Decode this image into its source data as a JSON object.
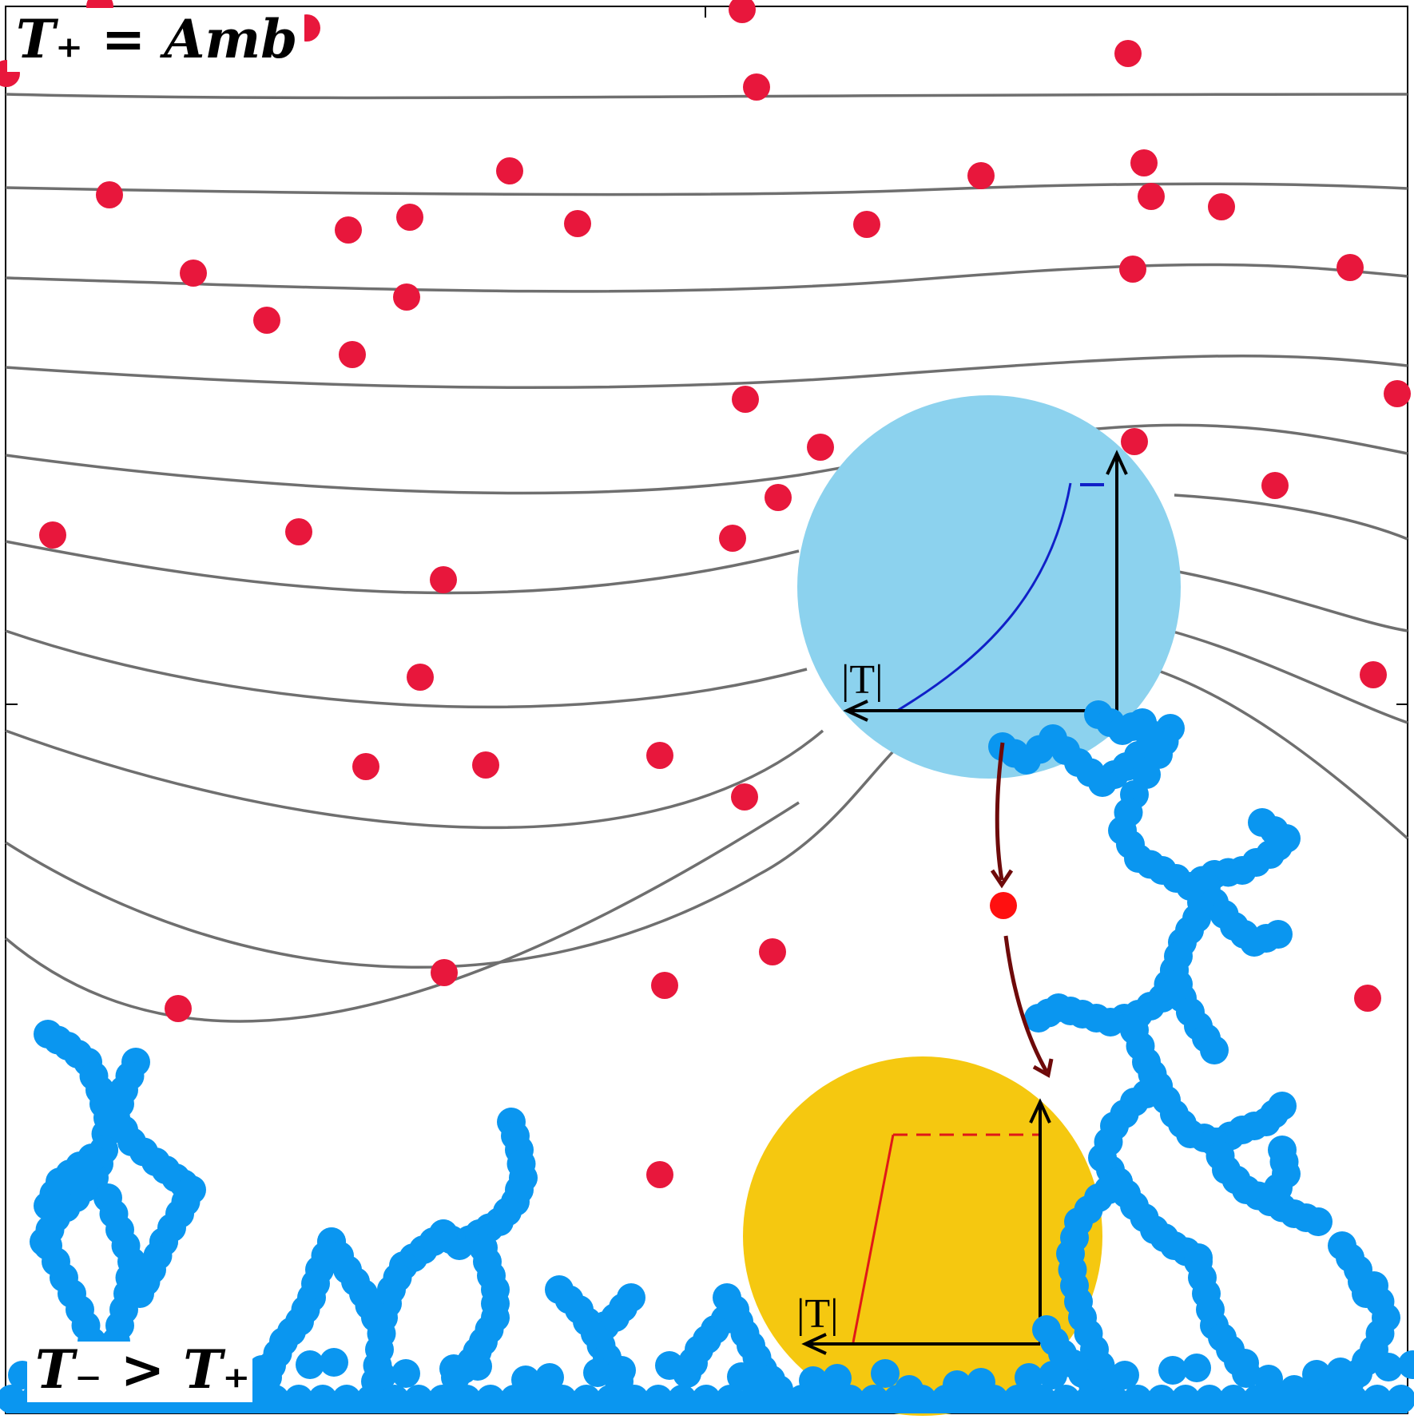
{
  "labels": {
    "top_condition": "T₊ = Amb",
    "bottom_condition": "T₋ > T₊",
    "inset_top_axis": "|T|",
    "inset_bottom_axis": "|T|"
  },
  "colors": {
    "frame": "#000000",
    "streamline": "#6f6f6f",
    "particle": "#e8173c",
    "aggregate": "#0a96f0",
    "inset_top_fill": "#8cd2ee",
    "inset_bottom_fill": "#f5c810",
    "curve_top": "#1020c8",
    "curve_bottom": "#e01818",
    "transition_arrow": "#6e0a0a",
    "transition_particle": "#ff1010"
  },
  "icons": {
    "transition_arrows": "curved-arrow-icon",
    "axes": "axis-arrow-icon"
  }
}
